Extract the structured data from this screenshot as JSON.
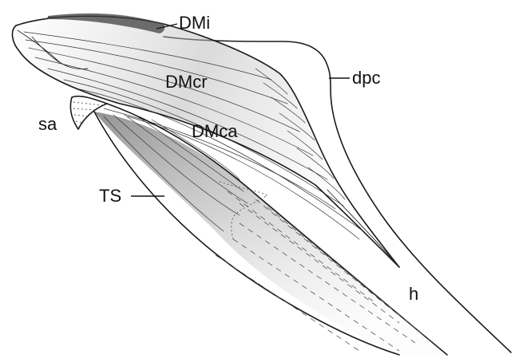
{
  "labels": {
    "dmi": "DMi",
    "dmcr": "DMcr",
    "dmca": "DMca",
    "dpc": "dpc",
    "sa": "sa",
    "ts": "TS",
    "h": "h"
  },
  "colors": {
    "ink": "#1a1a1a",
    "shade": "#8a8a8a",
    "background": "#ffffff"
  }
}
